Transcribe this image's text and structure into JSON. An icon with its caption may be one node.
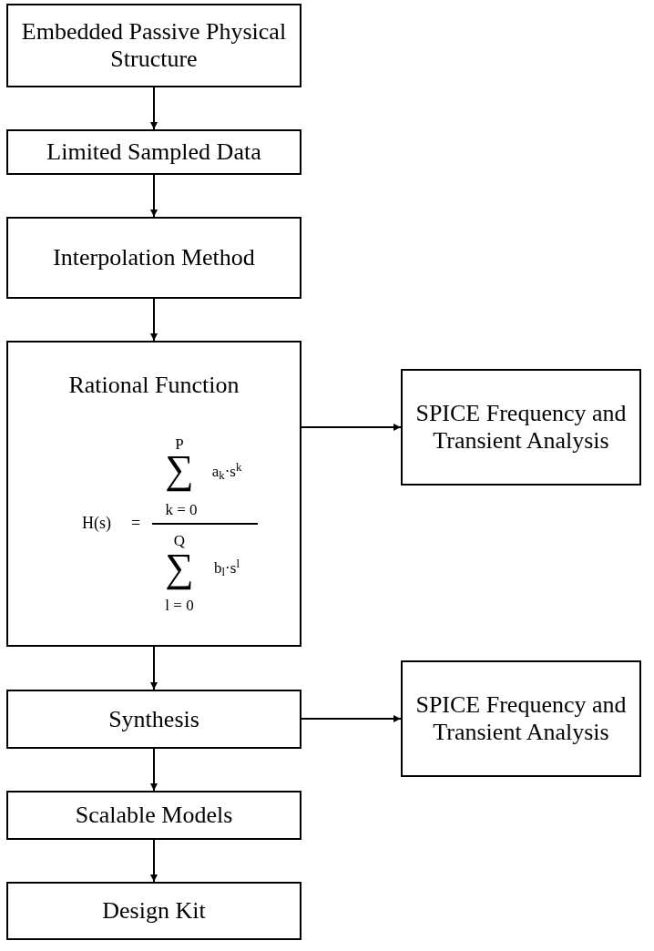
{
  "diagram": {
    "nodes": [
      {
        "text": [
          "Embedded Passive Physical Structure"
        ]
      },
      {
        "text": [
          "Limited Sampled Data"
        ]
      },
      {
        "text": [
          "Interpolation Method"
        ]
      },
      {
        "text": [
          "Rational Function",
          "H(s)",
          "=",
          "P",
          "∑",
          "a$_{k}$·s$^{k}$",
          "k = 0",
          "Q",
          "∑",
          "b$_{l}$·s$^{l}$",
          "l = 0"
        ]
      },
      {
        "text": [
          "SPICE Frequency and Transient Analysis"
        ]
      },
      {
        "text": [
          "Synthesis"
        ]
      },
      {
        "text": [
          "SPICE Frequency and Transient Analysis"
        ]
      },
      {
        "text": [
          "Scalable Models"
        ]
      },
      {
        "text": [
          "Design Kit"
        ]
      }
    ],
    "edges": [
      {
        "from": 0,
        "to": 1,
        "arrow": "to"
      },
      {
        "from": 1,
        "to": 2,
        "arrow": "to"
      },
      {
        "from": 2,
        "to": 3,
        "arrow": "to"
      },
      {
        "from": 3,
        "to": 4,
        "arrow": "to"
      },
      {
        "from": 3,
        "to": 5,
        "arrow": "to"
      },
      {
        "from": 5,
        "to": 6,
        "arrow": "to"
      },
      {
        "from": 5,
        "to": 7,
        "arrow": "to"
      },
      {
        "from": 7,
        "to": 8,
        "arrow": "to"
      }
    ]
  }
}
